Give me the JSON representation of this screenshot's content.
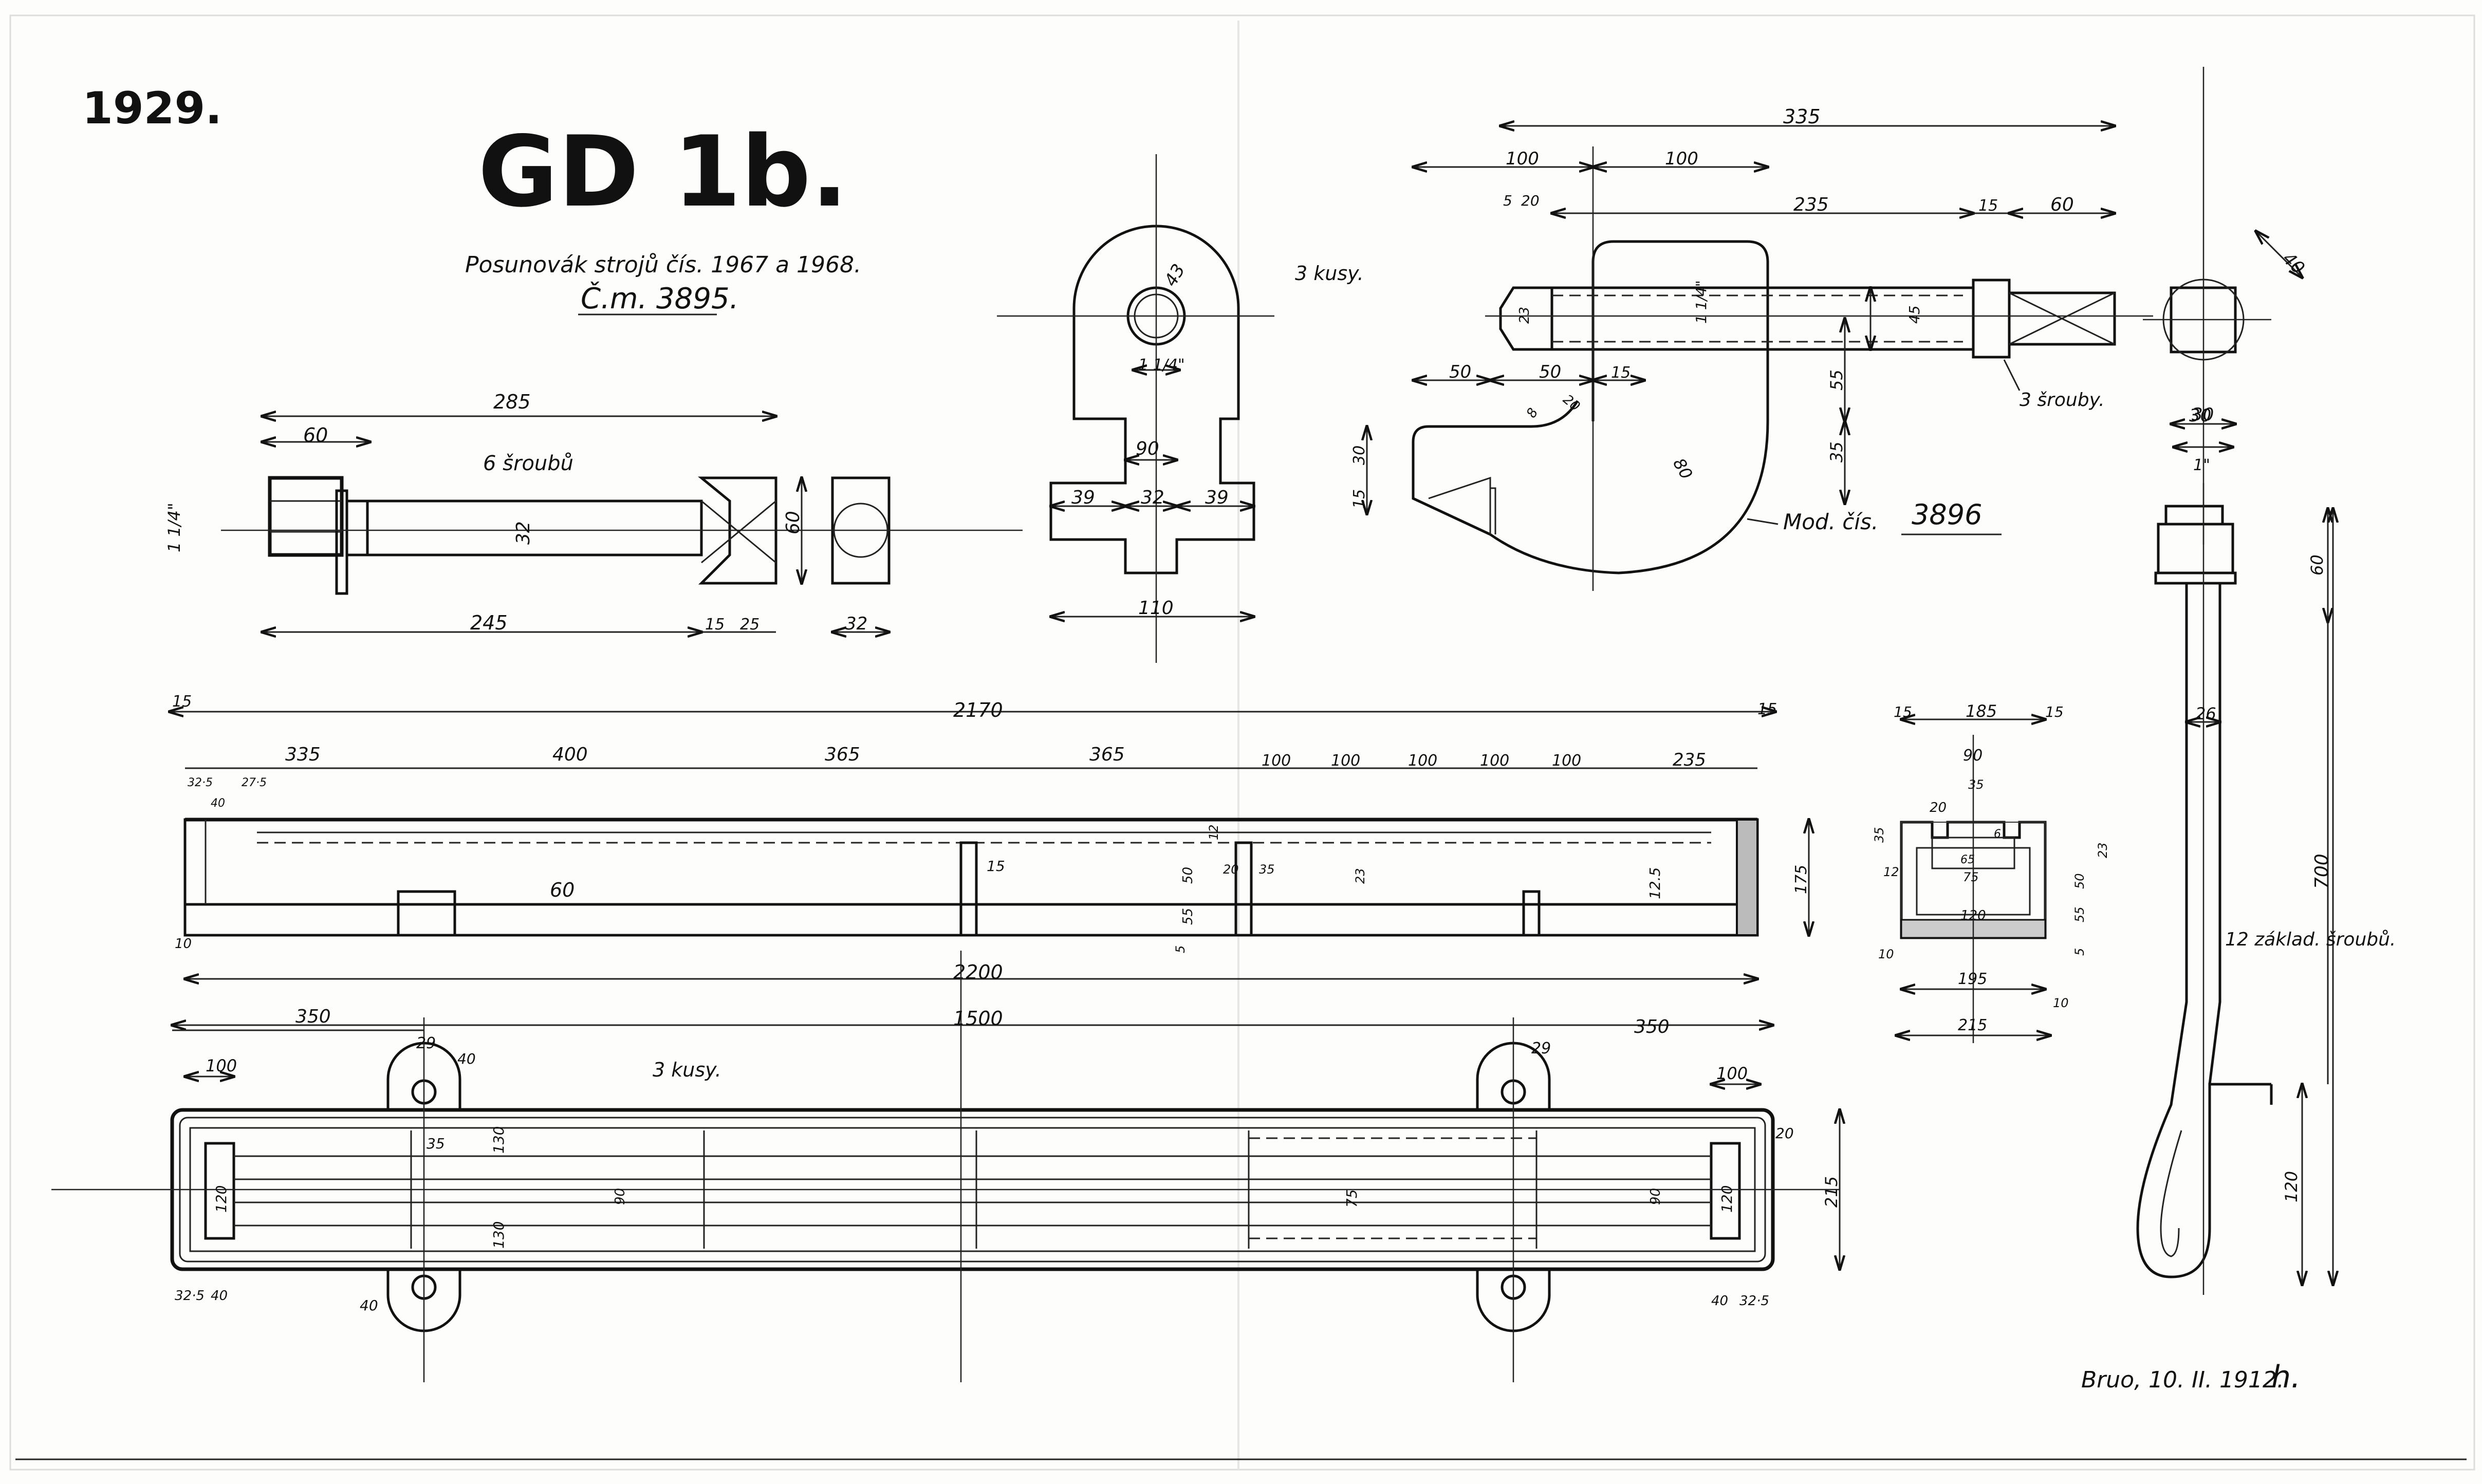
{
  "header": {
    "sheet_number": "1929.",
    "drawing_code": "GD 1b.",
    "description": "Posunovák strojů čís. 1967 a 1968.",
    "drawing_number": "Č.m. 3895."
  },
  "bolt_view": {
    "label": "6 šroubů",
    "dims": {
      "overall": "285",
      "nut": "60",
      "shank": "245",
      "tail": "15",
      "head": "25",
      "head_w": "32",
      "head_h": "60",
      "dia": "32",
      "thread": "1 1/4\""
    }
  },
  "clamp_view": {
    "dims": {
      "top": "43",
      "thread": "1 1/4\"",
      "w90": "90",
      "left": "39",
      "mid": "32",
      "right": "39",
      "bottom": "110"
    }
  },
  "hook_view": {
    "qty": "3 kusy.",
    "model_label": "Mod. čís.",
    "model_number": "3896",
    "screw_label": "3 šrouby.",
    "dims": {
      "overall": "335",
      "a100": "100",
      "b100": "100",
      "d5": "5",
      "d20": "20",
      "d235": "235",
      "d15": "15",
      "d60": "60",
      "d23": "23",
      "thread": "1 1/4\"",
      "d45": "45",
      "d50a": "50",
      "d50b": "50",
      "d15b": "15",
      "d55": "55",
      "d35": "35",
      "d30": "30",
      "d15c": "15",
      "d8": "8",
      "d20b": "20",
      "r80": "80"
    }
  },
  "square_view": {
    "dims": {
      "d40": "40",
      "d30": "30"
    }
  },
  "rail_side": {
    "dims": {
      "overall": "2170",
      "l15": "15",
      "r15": "15",
      "s335": "335",
      "s400": "400",
      "s365a": "365",
      "s365b": "365",
      "s100": [
        "100",
        "100",
        "100",
        "100",
        "100"
      ],
      "s235": "235",
      "d325": "32·5",
      "d40": "40",
      "d275": "27·5",
      "d60": "60",
      "d15": "15",
      "d50": "50",
      "d55": "55",
      "d12": "12",
      "d5": "5",
      "d10": "10",
      "d125": "12.5",
      "d175": "175",
      "d2200": "2200",
      "d23": "23",
      "d35": "35",
      "d20": "20"
    }
  },
  "rail_section": {
    "dims": {
      "l15": "15",
      "w185": "185",
      "r15": "15",
      "w90": "90",
      "w35": "35",
      "d20": "20",
      "d6": "6",
      "w65": "65",
      "w75": "75",
      "w120": "120",
      "w195": "195",
      "w215": "215",
      "d10a": "10",
      "d10b": "10",
      "d12": "12",
      "d50": "50",
      "d23": "23",
      "d55": "55",
      "d5": "5",
      "d35": "35"
    }
  },
  "rail_plan": {
    "qty": "3 kusy.",
    "dims": {
      "overall": "1500",
      "l350": "350",
      "r350": "350",
      "l100": "100",
      "r100": "100",
      "d29a": "29",
      "d29b": "29",
      "d40a": "40",
      "d40b": "40",
      "d35": "35",
      "d130a": "130",
      "d130b": "130",
      "d120a": "120",
      "d120b": "120",
      "d90a": "90",
      "d90b": "90",
      "d75": "75",
      "d20": "20",
      "d215": "215",
      "d325a": "32·5",
      "d325b": "32·5",
      "d40c": "40",
      "d40d": "40"
    }
  },
  "anchor_bolt": {
    "label": "12 základ. šroubů.",
    "dims": {
      "d30": "30",
      "thread": "1\"",
      "d60": "60",
      "d26": "26",
      "d700": "700",
      "d120": "120"
    }
  },
  "signature": {
    "place_date": "Bruo, 10. II. 1912.",
    "initial": "h."
  }
}
